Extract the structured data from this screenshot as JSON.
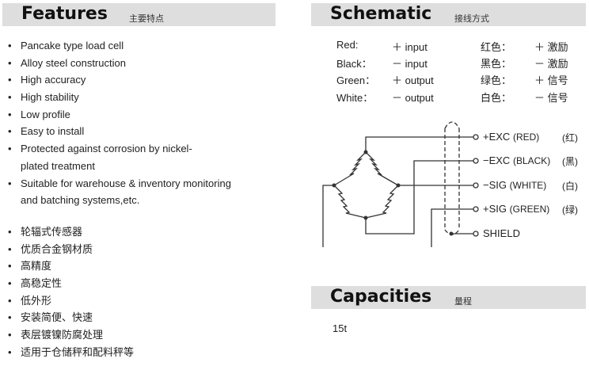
{
  "features": {
    "title": "Features",
    "title_cn": "主要特点",
    "items_en": [
      "Pancake type load cell",
      "Alloy steel construction",
      "High accuracy",
      "High stability",
      "Low profile",
      "Easy to install",
      "Protected against corrosion by nickel-",
      "plated treatment",
      "Suitable for warehouse & inventory monitoring",
      "and batching systems,etc."
    ],
    "items_cn": [
      "轮辐式传感器",
      "优质合金钢材质",
      "高精度",
      "高稳定性",
      "低外形",
      "安装简便、快速",
      "表层镀镍防腐处理",
      "适用于仓储秤和配料秤等"
    ]
  },
  "schematic": {
    "title": "Schematic",
    "title_cn": "接线方式",
    "wires": [
      {
        "color": "Red:",
        "sign": "＋ input",
        "cn": "红色：",
        "cn_sig": "＋ 激励"
      },
      {
        "color": "Black：",
        "sign": "－ input",
        "cn": "黑色：",
        "cn_sig": "－ 激励"
      },
      {
        "color": "Green：",
        "sign": "＋ output",
        "cn": "绿色：",
        "cn_sig": "＋ 信号"
      },
      {
        "color": "White：",
        "sign": "－ output",
        "cn": "白色：",
        "cn_sig": "－ 信号"
      }
    ],
    "labels": [
      {
        "sig": "+EXC",
        "wire": "(RED)",
        "cn": "(红)"
      },
      {
        "sig": "−EXC",
        "wire": "(BLACK)",
        "cn": "(黑)"
      },
      {
        "sig": "−SIG",
        "wire": "(WHITE)",
        "cn": "(白)"
      },
      {
        "sig": "+SIG",
        "wire": "(GREEN)",
        "cn": "(绿)"
      },
      {
        "sig": "SHIELD",
        "wire": "",
        "cn": ""
      }
    ]
  },
  "capacities": {
    "title": "Capacities",
    "title_cn": "量程",
    "value": "15t"
  }
}
